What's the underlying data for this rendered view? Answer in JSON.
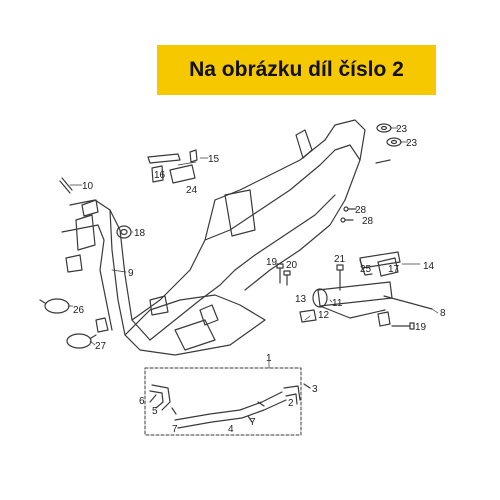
{
  "banner": {
    "text": "Na obrázku díl číslo 2"
  },
  "colors": {
    "banner_bg": "#f6c800",
    "line": "#3a3a3a",
    "highlight_label": "#222222"
  },
  "callouts": [
    "1",
    "2",
    "3",
    "4",
    "5",
    "6",
    "7",
    "7",
    "8",
    "9",
    "10",
    "11",
    "12",
    "13",
    "14",
    "15",
    "16",
    "17",
    "18",
    "19",
    "19",
    "20",
    "21",
    "23",
    "23",
    "24",
    "25",
    "26",
    "27",
    "28",
    "28"
  ]
}
